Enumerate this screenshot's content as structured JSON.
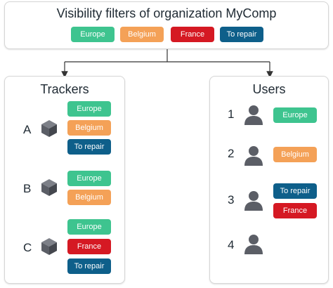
{
  "header": {
    "title": "Visibility filters of organization MyComp",
    "tags": [
      {
        "label": "Europe",
        "kind": "europe"
      },
      {
        "label": "Belgium",
        "kind": "belgium"
      },
      {
        "label": "France",
        "kind": "france"
      },
      {
        "label": "To repair",
        "kind": "repair"
      }
    ]
  },
  "trackers": {
    "title": "Trackers",
    "icon": "cube-icon",
    "items": [
      {
        "label": "A",
        "tags": [
          "Europe",
          "Belgium",
          "To repair"
        ]
      },
      {
        "label": "B",
        "tags": [
          "Europe",
          "Belgium"
        ]
      },
      {
        "label": "C",
        "tags": [
          "Europe",
          "France",
          "To repair"
        ]
      }
    ]
  },
  "users": {
    "title": "Users",
    "icon": "user-icon",
    "items": [
      {
        "label": "1",
        "tags": [
          "Europe"
        ]
      },
      {
        "label": "2",
        "tags": [
          "Belgium"
        ]
      },
      {
        "label": "3",
        "tags": [
          "To repair",
          "France"
        ]
      },
      {
        "label": "4",
        "tags": []
      }
    ]
  },
  "colors": {
    "europe": "#3ec48f",
    "belgium": "#f4a157",
    "france": "#d51923",
    "repair": "#0e5f8a",
    "text": "#1f2a33",
    "icon": "#5b5e66"
  }
}
